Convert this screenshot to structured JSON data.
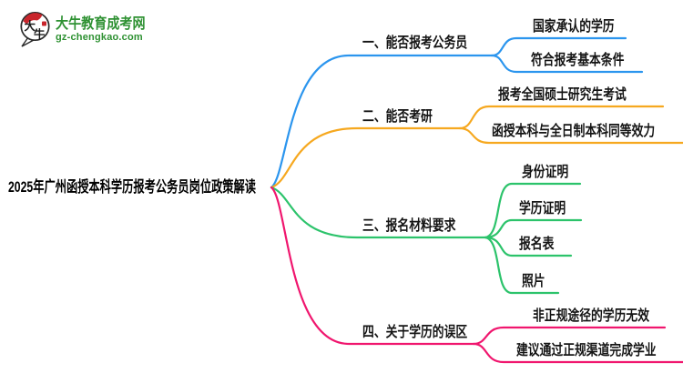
{
  "logo": {
    "title": "大牛教育成考网",
    "domain": "gz-chengkao.com",
    "icon_char_1": "大",
    "icon_char_2": "牛",
    "brand_green": "#2e9132",
    "brand_red": "#c9252c"
  },
  "root": {
    "label": "2025年广州函授本科学历报考公务员岗位政策解读"
  },
  "branches": [
    {
      "label": "一、能否报考公务员",
      "color": "#2b95ee",
      "children": [
        "国家承认的学历",
        "符合报考基本条件"
      ]
    },
    {
      "label": "二、能否考研",
      "color": "#f6a81f",
      "children": [
        "报考全国硕士研究生考试",
        "函授本科与全日制本科同等效力"
      ]
    },
    {
      "label": "三、报名材料要求",
      "color": "#2cc36b",
      "children": [
        "身份证明",
        "学历证明",
        "报名表",
        "照片"
      ]
    },
    {
      "label": "四、关于学历的误区",
      "color": "#f0166e",
      "children": [
        "非正规途径的学历无效",
        "建议通过正规渠道完成学业"
      ]
    }
  ],
  "text_color": "#141414"
}
